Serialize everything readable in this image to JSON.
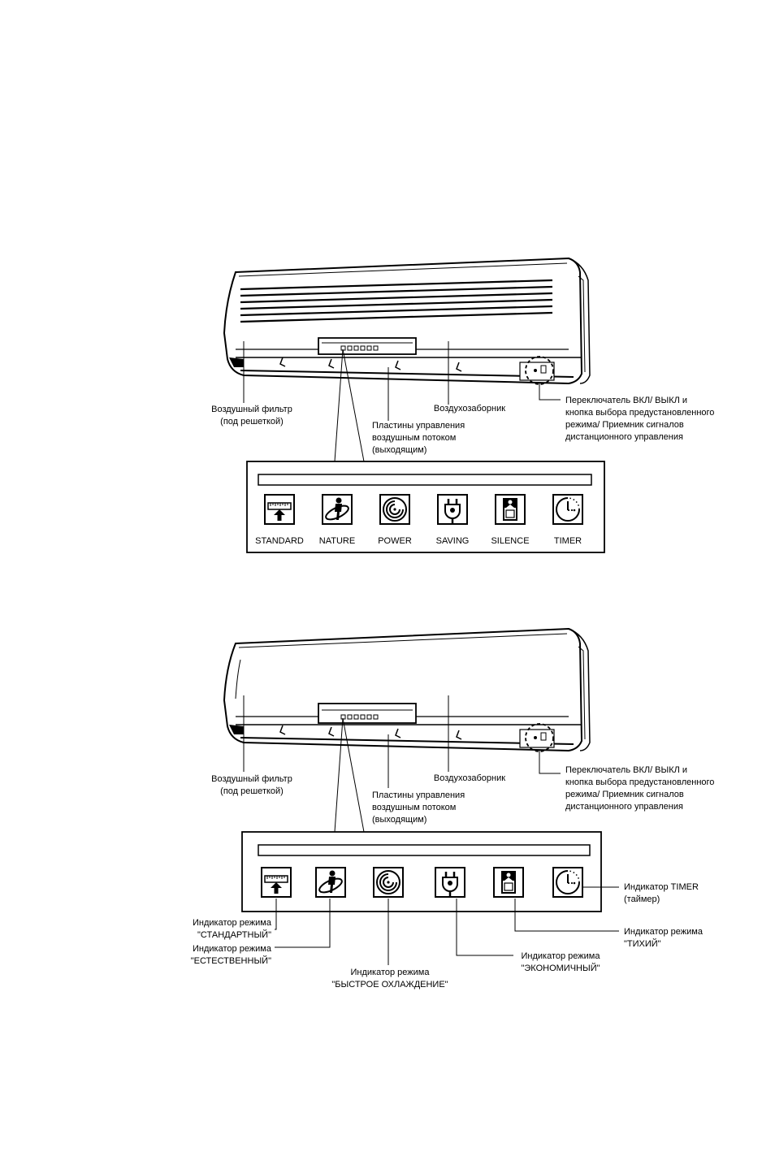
{
  "diagram1": {
    "labels": {
      "air_filter": [
        "Воздушный фильтр",
        "(под решеткой)"
      ],
      "air_intake": "Воздухозаборник",
      "airflow_plates": [
        "Пластины управления",
        "воздушным потоком",
        "(выходящим)"
      ],
      "switch_receiver": [
        "Переключатель ВКЛ/ ВЫКЛ и",
        "кнопка выбора предустановленного",
        "режима/ Приемник сигналов",
        "дистанционного управления"
      ]
    },
    "modes": [
      {
        "label": "STANDARD",
        "icon": "standard-ruler-arrow-icon"
      },
      {
        "label": "NATURE",
        "icon": "nature-person-icon"
      },
      {
        "label": "POWER",
        "icon": "power-spiral-icon"
      },
      {
        "label": "SAVING",
        "icon": "saving-plug-icon"
      },
      {
        "label": "SILENCE",
        "icon": "silence-figure-icon"
      },
      {
        "label": "TIMER",
        "icon": "timer-clock-icon"
      }
    ]
  },
  "diagram2": {
    "labels": {
      "air_filter": [
        "Воздушный фильтр",
        "(под решеткой)"
      ],
      "air_intake": "Воздухозаборник",
      "airflow_plates": [
        "Пластины управления",
        "воздушным потоком",
        "(выходящим)"
      ],
      "switch_receiver": [
        "Переключатель ВКЛ/ ВЫКЛ и",
        "кнопка выбора предустановленного",
        "режима/ Приемник сигналов",
        "дистанционного управления"
      ]
    },
    "indicators": {
      "timer": [
        "Индикатор TIMER",
        "(таймер)"
      ],
      "standard": [
        "Индикатор режима",
        "\"СТАНДАРТНЫЙ\""
      ],
      "nature": [
        "Индикатор режима",
        "\"ЕСТЕСТВЕННЫЙ\""
      ],
      "power": [
        "Индикатор режима",
        "\"БЫСТРОЕ ОХЛАЖДЕНИЕ\""
      ],
      "saving": [
        "Индикатор режима",
        "\"ЭКОНОМИЧНЫЙ\""
      ],
      "silence": [
        "Индикатор режима",
        "\"ТИХИЙ\""
      ]
    }
  }
}
